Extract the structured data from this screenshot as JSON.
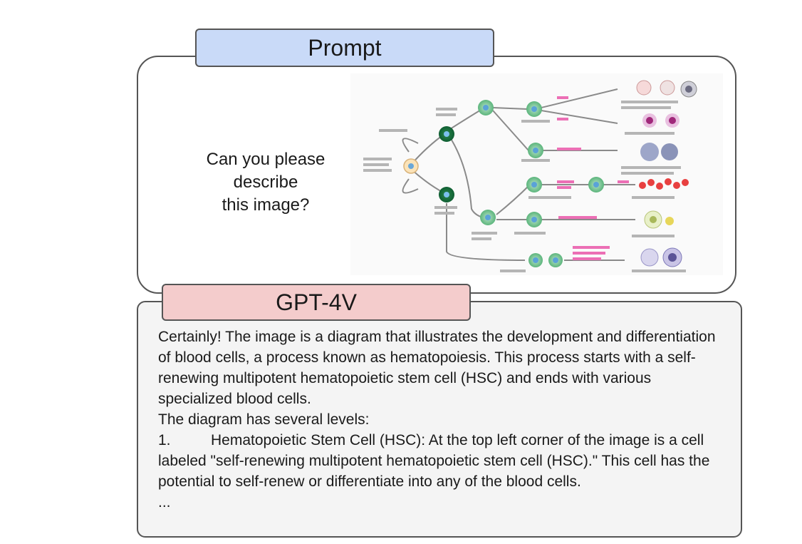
{
  "prompt": {
    "label": "Prompt",
    "question": "Can you please\ndescribe\nthis image?"
  },
  "response": {
    "label": "GPT-4V",
    "paragraph": "Certainly! The image is a diagram that illustrates the development and differentiation of blood cells, a process known as hematopoiesis. This process starts with a self-renewing multipotent hematopoietic stem cell (HSC) and ends with various specialized blood cells.",
    "levels_intro": "The diagram has several levels:",
    "item_number": "1.",
    "item_text": "Hematopoietic Stem Cell (HSC): At the top left corner of the image is a cell labeled \"self-renewing multipotent hematopoietic stem cell (HSC).\" This cell has the potential to self-renew or differentiate into any of the blood cells.",
    "ellipsis": "..."
  },
  "colors": {
    "prompt_header": "#c9daf8",
    "response_header": "#f4cccc",
    "response_background": "#f4f4f4"
  }
}
